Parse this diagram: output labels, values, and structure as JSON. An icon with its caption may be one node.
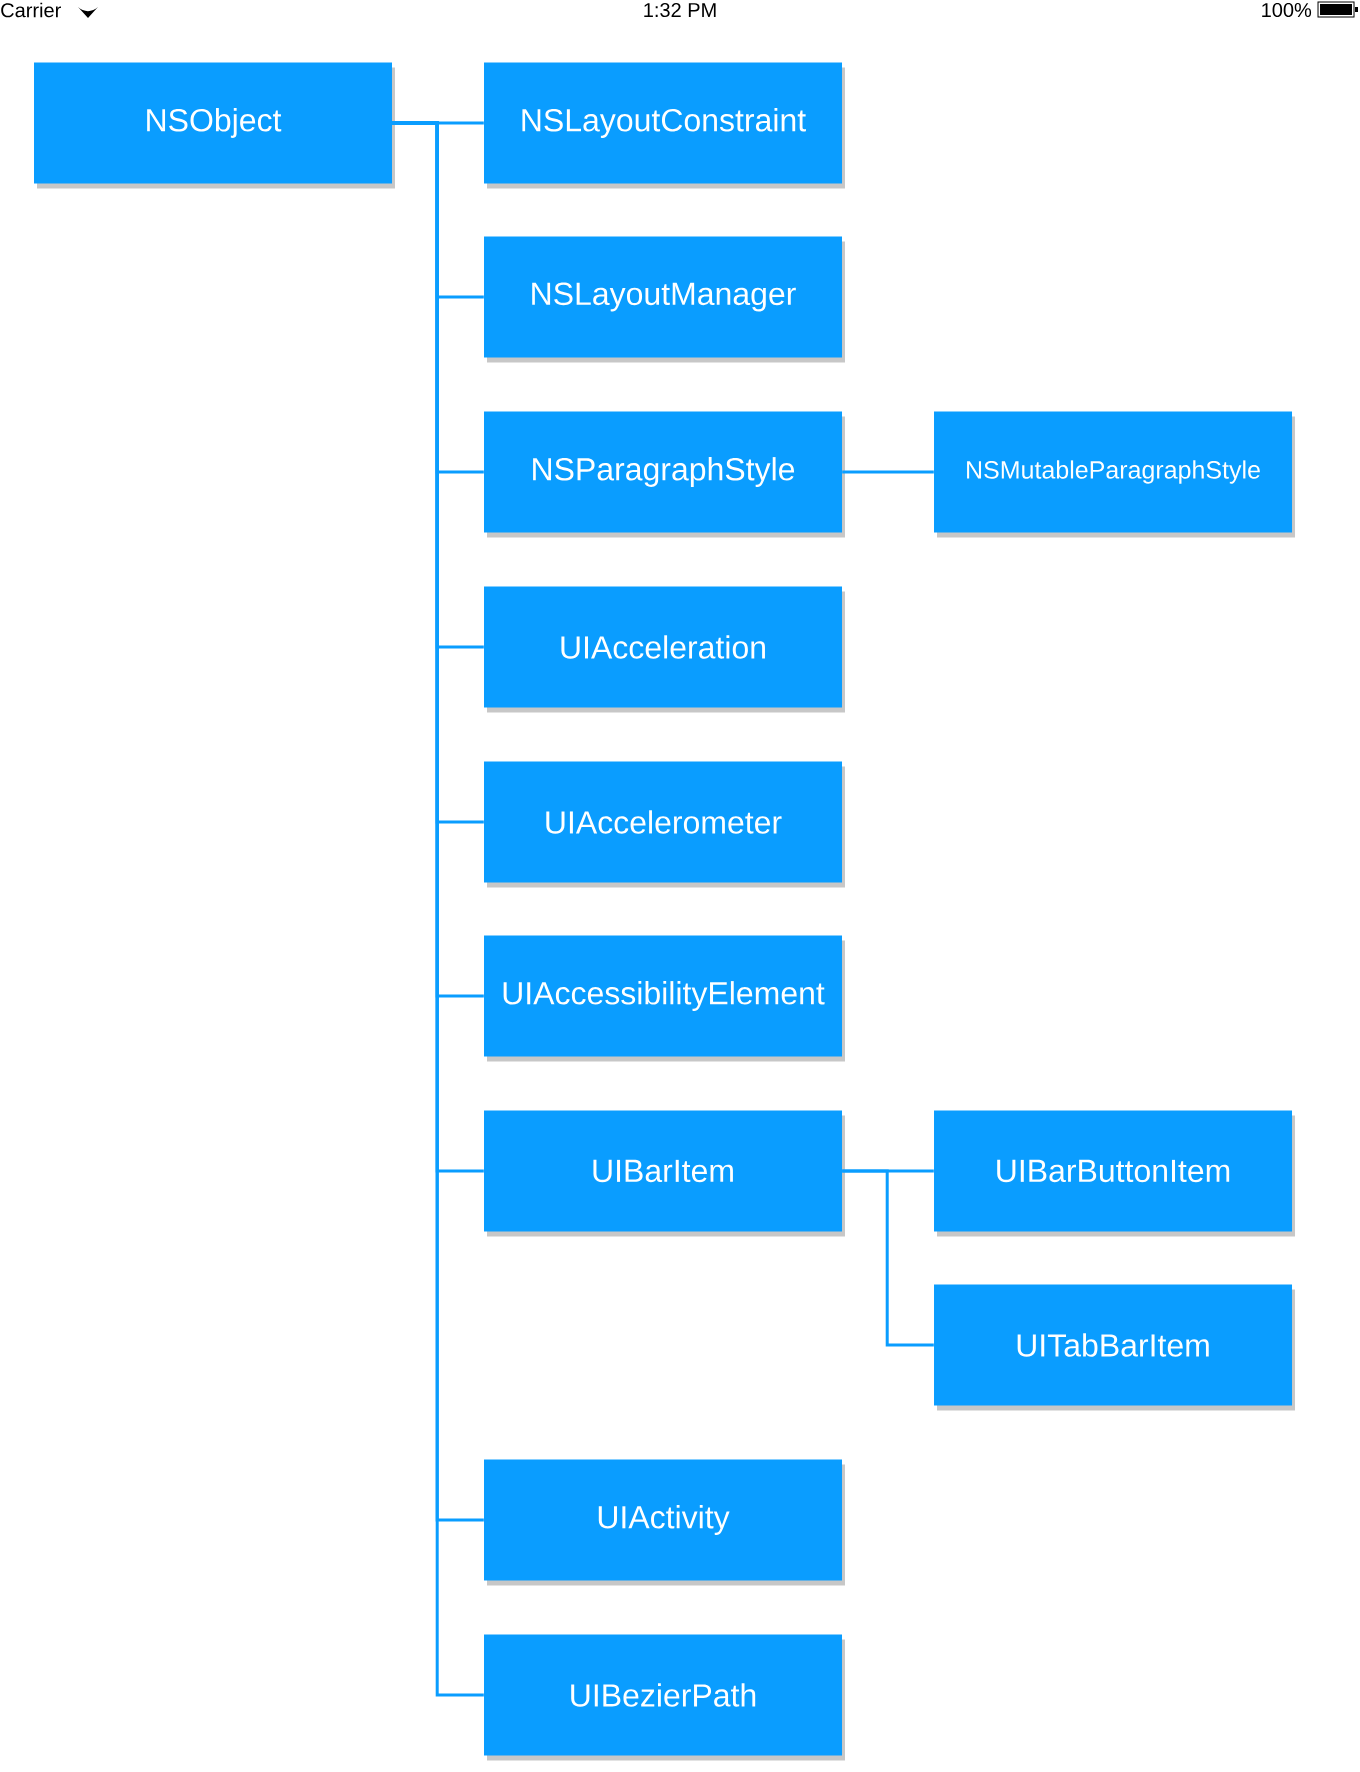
{
  "diagram": {
    "nodes": [
      {
        "text": [
          "NSObject"
        ]
      },
      {
        "text": [
          "NSLayoutConstraint"
        ]
      },
      {
        "text": [
          "NSLayoutManager"
        ]
      },
      {
        "text": [
          "NSParagraphStyle"
        ]
      },
      {
        "text": [
          "NSMutableParagraphStyle"
        ]
      },
      {
        "text": [
          "UIAcceleration"
        ]
      },
      {
        "text": [
          "UIAccelerometer"
        ]
      },
      {
        "text": [
          "UIAccessibilityElement"
        ]
      },
      {
        "text": [
          "UIBarItem"
        ]
      },
      {
        "text": [
          "UIBarButtonItem"
        ]
      },
      {
        "text": [
          "UITabBarItem"
        ]
      },
      {
        "text": [
          "UIActivity"
        ]
      },
      {
        "text": [
          "UIBezierPath"
        ]
      }
    ],
    "edges": [
      {
        "from": 0,
        "to": 1,
        "arrow": "none"
      },
      {
        "from": 0,
        "to": 2,
        "arrow": "none"
      },
      {
        "from": 0,
        "to": 3,
        "arrow": "none"
      },
      {
        "from": 3,
        "to": 4,
        "arrow": "none"
      },
      {
        "from": 0,
        "to": 5,
        "arrow": "none"
      },
      {
        "from": 0,
        "to": 6,
        "arrow": "none"
      },
      {
        "from": 0,
        "to": 7,
        "arrow": "none"
      },
      {
        "from": 0,
        "to": 8,
        "arrow": "none"
      },
      {
        "from": 8,
        "to": 9,
        "arrow": "none"
      },
      {
        "from": 8,
        "to": 10,
        "arrow": "none"
      },
      {
        "from": 0,
        "to": 11,
        "arrow": "none"
      },
      {
        "from": 0,
        "to": 12,
        "arrow": "none"
      }
    ],
    "labels": [
      "Carrier",
      "1:32 PM",
      "100%"
    ]
  }
}
